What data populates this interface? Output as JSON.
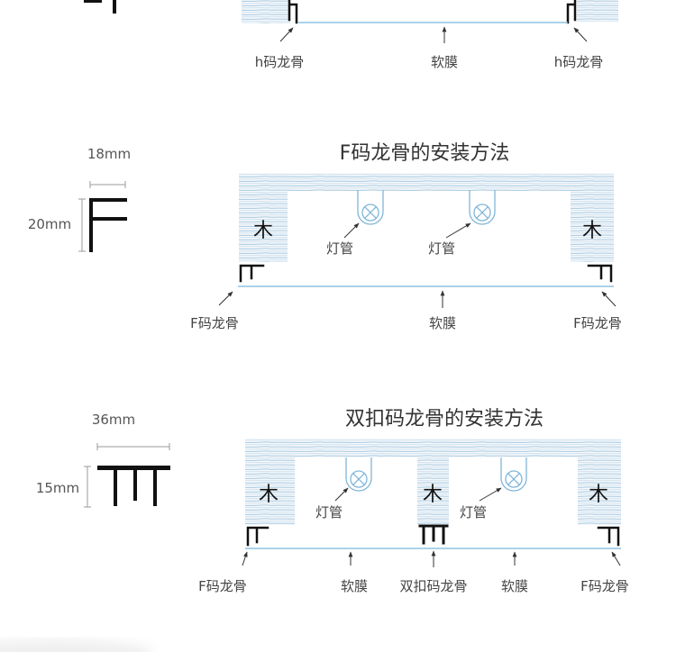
{
  "colors": {
    "hatch": "#a9c9e0",
    "hatch_light": "#cfe1ee",
    "film_line": "#8ec3e2",
    "lamp": "#7fb6d9",
    "profile": "#111111",
    "label_text": "#444444",
    "title_text": "#333333",
    "dimension_line": "#9a9a9a"
  },
  "h_section": {
    "bottom_labels": [
      "h码龙骨",
      "软膜",
      "h码龙骨"
    ]
  },
  "f_section": {
    "profile_width": "18mm",
    "profile_height": "20mm",
    "title": "F码龙骨的安装方法",
    "wood_labels": [
      "木",
      "木"
    ],
    "lamp_labels": [
      "灯管",
      "灯管"
    ],
    "bottom_labels": [
      "F码龙骨",
      "软膜",
      "F码龙骨"
    ]
  },
  "double_section": {
    "profile_width": "36mm",
    "profile_height": "15mm",
    "title": "双扣码龙骨的安装方法",
    "wood_labels": [
      "木",
      "木",
      "木"
    ],
    "lamp_labels": [
      "灯管",
      "灯管"
    ],
    "bottom_labels": [
      "F码龙骨",
      "软膜",
      "双扣码龙骨",
      "软膜",
      "F码龙骨"
    ]
  }
}
